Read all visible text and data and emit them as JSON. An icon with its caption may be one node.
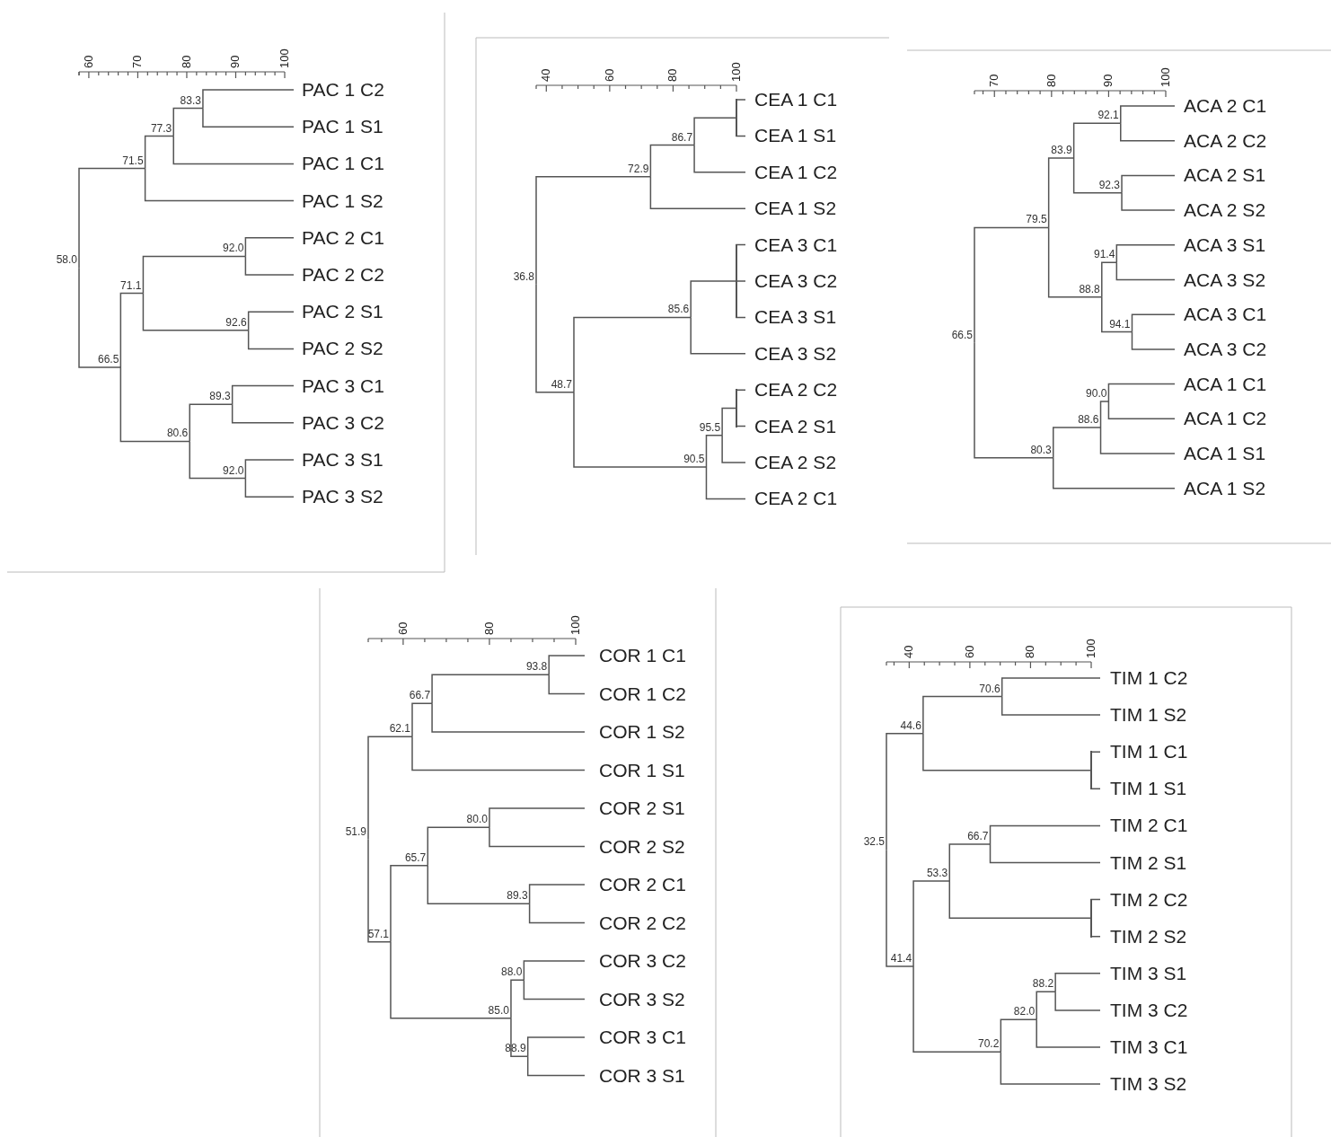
{
  "diagram": {
    "nodes": [
      {
        "text": [
          "58.0"
        ]
      },
      {
        "text": [
          "71.5"
        ]
      },
      {
        "text": [
          "77.3"
        ]
      },
      {
        "text": [
          "83.3"
        ]
      },
      {
        "text": [
          "PAC 1 C2"
        ]
      },
      {
        "text": [
          "PAC 1 S1"
        ]
      },
      {
        "text": [
          "PAC 1 C1"
        ]
      },
      {
        "text": [
          "PAC 1 S2"
        ]
      },
      {
        "text": [
          "66.5"
        ]
      },
      {
        "text": [
          "71.1"
        ]
      },
      {
        "text": [
          "92.0"
        ]
      },
      {
        "text": [
          "PAC 2 C1"
        ]
      },
      {
        "text": [
          "PAC 2 C2"
        ]
      },
      {
        "text": [
          "92.6"
        ]
      },
      {
        "text": [
          "PAC 2 S1"
        ]
      },
      {
        "text": [
          "PAC 2 S2"
        ]
      },
      {
        "text": [
          "80.6"
        ]
      },
      {
        "text": [
          "89.3"
        ]
      },
      {
        "text": [
          "PAC 3 C1"
        ]
      },
      {
        "text": [
          "PAC 3 C2"
        ]
      },
      {
        "text": [
          "92.0"
        ]
      },
      {
        "text": [
          "PAC 3 S1"
        ]
      },
      {
        "text": [
          "PAC 3 S2"
        ]
      },
      {
        "text": [
          "36.8"
        ]
      },
      {
        "text": [
          "72.9"
        ]
      },
      {
        "text": [
          "86.7"
        ]
      },
      {
        "text": [],
        "shape": "bar"
      },
      {
        "text": [
          "CEA 1 C1"
        ]
      },
      {
        "text": [
          "CEA 1 S1"
        ]
      },
      {
        "text": [
          "CEA 1 C2"
        ]
      },
      {
        "text": [
          "CEA 1 S2"
        ]
      },
      {
        "text": [
          "48.7"
        ]
      },
      {
        "text": [
          "85.6"
        ]
      },
      {
        "text": [],
        "shape": "bar"
      },
      {
        "text": [
          "CEA 3 C1"
        ]
      },
      {
        "text": [
          "CEA 3 C2"
        ]
      },
      {
        "text": [
          "CEA 3 S1"
        ]
      },
      {
        "text": [
          "CEA 3 S2"
        ]
      },
      {
        "text": [
          "90.5"
        ]
      },
      {
        "text": [
          "95.5"
        ]
      },
      {
        "text": [],
        "shape": "bar"
      },
      {
        "text": [
          "CEA 2 C2"
        ]
      },
      {
        "text": [
          "CEA 2 S1"
        ]
      },
      {
        "text": [
          "CEA 2 S2"
        ]
      },
      {
        "text": [
          "CEA 2 C1"
        ]
      },
      {
        "text": [
          "66.5"
        ]
      },
      {
        "text": [
          "79.5"
        ]
      },
      {
        "text": [
          "83.9"
        ]
      },
      {
        "text": [
          "92.1"
        ]
      },
      {
        "text": [
          "ACA 2 C1"
        ]
      },
      {
        "text": [
          "ACA 2 C2"
        ]
      },
      {
        "text": [
          "92.3"
        ]
      },
      {
        "text": [
          "ACA 2 S1"
        ]
      },
      {
        "text": [
          "ACA 2 S2"
        ]
      },
      {
        "text": [
          "88.8"
        ]
      },
      {
        "text": [
          "91.4"
        ]
      },
      {
        "text": [
          "ACA 3 S1"
        ]
      },
      {
        "text": [
          "ACA 3 S2"
        ]
      },
      {
        "text": [
          "94.1"
        ]
      },
      {
        "text": [
          "ACA 3 C1"
        ]
      },
      {
        "text": [
          "ACA 3 C2"
        ]
      },
      {
        "text": [
          "80.3"
        ]
      },
      {
        "text": [
          "88.6"
        ]
      },
      {
        "text": [
          "90.0"
        ]
      },
      {
        "text": [
          "ACA 1 C1"
        ]
      },
      {
        "text": [
          "ACA 1 C2"
        ]
      },
      {
        "text": [
          "ACA 1 S1"
        ]
      },
      {
        "text": [
          "ACA 1 S2"
        ]
      },
      {
        "text": [
          "51.9"
        ]
      },
      {
        "text": [
          "62.1"
        ]
      },
      {
        "text": [
          "66.7"
        ]
      },
      {
        "text": [
          "93.8"
        ]
      },
      {
        "text": [
          "COR 1 C1"
        ]
      },
      {
        "text": [
          "COR 1 C2"
        ]
      },
      {
        "text": [
          "COR 1 S2"
        ]
      },
      {
        "text": [
          "COR 1 S1"
        ]
      },
      {
        "text": [
          "57.1"
        ]
      },
      {
        "text": [
          "65.7"
        ]
      },
      {
        "text": [
          "80.0"
        ]
      },
      {
        "text": [
          "COR 2 S1"
        ]
      },
      {
        "text": [
          "COR 2 S2"
        ]
      },
      {
        "text": [
          "89.3"
        ]
      },
      {
        "text": [
          "COR 2 C1"
        ]
      },
      {
        "text": [
          "COR 2 C2"
        ]
      },
      {
        "text": [
          "85.0"
        ]
      },
      {
        "text": [
          "88.0"
        ]
      },
      {
        "text": [
          "COR 3 C2"
        ]
      },
      {
        "text": [
          "COR 3 S2"
        ]
      },
      {
        "text": [
          "88.9"
        ]
      },
      {
        "text": [
          "COR 3 C1"
        ]
      },
      {
        "text": [
          "COR 3 S1"
        ]
      },
      {
        "text": [
          "32.5"
        ]
      },
      {
        "text": [
          "44.6"
        ]
      },
      {
        "text": [
          "70.6"
        ]
      },
      {
        "text": [
          "TIM 1 C2"
        ]
      },
      {
        "text": [
          "TIM 1 S2"
        ]
      },
      {
        "text": [],
        "shape": "bar"
      },
      {
        "text": [
          "TIM 1 C1"
        ]
      },
      {
        "text": [
          "TIM 1 S1"
        ]
      },
      {
        "text": [
          "41.4"
        ]
      },
      {
        "text": [
          "53.3"
        ]
      },
      {
        "text": [
          "66.7"
        ]
      },
      {
        "text": [
          "TIM 2 C1"
        ]
      },
      {
        "text": [
          "TIM 2 S1"
        ]
      },
      {
        "text": [],
        "shape": "bar"
      },
      {
        "text": [
          "TIM 2 C2"
        ]
      },
      {
        "text": [
          "TIM 2 S2"
        ]
      },
      {
        "text": [
          "70.2"
        ]
      },
      {
        "text": [
          "82.0"
        ]
      },
      {
        "text": [
          "88.2"
        ]
      },
      {
        "text": [
          "TIM 3 S1"
        ]
      },
      {
        "text": [
          "TIM 3 C2"
        ]
      },
      {
        "text": [
          "TIM 3 C1"
        ]
      },
      {
        "text": [
          "TIM 3 S2"
        ]
      }
    ],
    "edges": [
      {
        "from": 0,
        "to": 1,
        "arrow": "none"
      },
      {
        "from": 1,
        "to": 2,
        "arrow": "none"
      },
      {
        "from": 2,
        "to": 3,
        "arrow": "none"
      },
      {
        "from": 3,
        "to": 4,
        "arrow": "none"
      },
      {
        "from": 3,
        "to": 5,
        "arrow": "none"
      },
      {
        "from": 2,
        "to": 6,
        "arrow": "none"
      },
      {
        "from": 1,
        "to": 7,
        "arrow": "none"
      },
      {
        "from": 0,
        "to": 8,
        "arrow": "none"
      },
      {
        "from": 8,
        "to": 9,
        "arrow": "none"
      },
      {
        "from": 9,
        "to": 10,
        "arrow": "none"
      },
      {
        "from": 10,
        "to": 11,
        "arrow": "none"
      },
      {
        "from": 10,
        "to": 12,
        "arrow": "none"
      },
      {
        "from": 9,
        "to": 13,
        "arrow": "none"
      },
      {
        "from": 13,
        "to": 14,
        "arrow": "none"
      },
      {
        "from": 13,
        "to": 15,
        "arrow": "none"
      },
      {
        "from": 8,
        "to": 16,
        "arrow": "none"
      },
      {
        "from": 16,
        "to": 17,
        "arrow": "none"
      },
      {
        "from": 17,
        "to": 18,
        "arrow": "none"
      },
      {
        "from": 17,
        "to": 19,
        "arrow": "none"
      },
      {
        "from": 16,
        "to": 20,
        "arrow": "none"
      },
      {
        "from": 20,
        "to": 21,
        "arrow": "none"
      },
      {
        "from": 20,
        "to": 22,
        "arrow": "none"
      },
      {
        "from": 23,
        "to": 24,
        "arrow": "none"
      },
      {
        "from": 24,
        "to": 25,
        "arrow": "none"
      },
      {
        "from": 25,
        "to": 26,
        "arrow": "none"
      },
      {
        "from": 26,
        "to": 27,
        "arrow": "none"
      },
      {
        "from": 26,
        "to": 28,
        "arrow": "none"
      },
      {
        "from": 25,
        "to": 29,
        "arrow": "none"
      },
      {
        "from": 24,
        "to": 30,
        "arrow": "none"
      },
      {
        "from": 23,
        "to": 31,
        "arrow": "none"
      },
      {
        "from": 31,
        "to": 32,
        "arrow": "none"
      },
      {
        "from": 32,
        "to": 33,
        "arrow": "none"
      },
      {
        "from": 33,
        "to": 34,
        "arrow": "none"
      },
      {
        "from": 33,
        "to": 35,
        "arrow": "none"
      },
      {
        "from": 33,
        "to": 36,
        "arrow": "none"
      },
      {
        "from": 32,
        "to": 37,
        "arrow": "none"
      },
      {
        "from": 31,
        "to": 38,
        "arrow": "none"
      },
      {
        "from": 38,
        "to": 39,
        "arrow": "none"
      },
      {
        "from": 39,
        "to": 40,
        "arrow": "none"
      },
      {
        "from": 40,
        "to": 41,
        "arrow": "none"
      },
      {
        "from": 40,
        "to": 42,
        "arrow": "none"
      },
      {
        "from": 39,
        "to": 43,
        "arrow": "none"
      },
      {
        "from": 38,
        "to": 44,
        "arrow": "none"
      },
      {
        "from": 45,
        "to": 46,
        "arrow": "none"
      },
      {
        "from": 46,
        "to": 47,
        "arrow": "none"
      },
      {
        "from": 47,
        "to": 48,
        "arrow": "none"
      },
      {
        "from": 48,
        "to": 49,
        "arrow": "none"
      },
      {
        "from": 48,
        "to": 50,
        "arrow": "none"
      },
      {
        "from": 47,
        "to": 51,
        "arrow": "none"
      },
      {
        "from": 51,
        "to": 52,
        "arrow": "none"
      },
      {
        "from": 51,
        "to": 53,
        "arrow": "none"
      },
      {
        "from": 46,
        "to": 54,
        "arrow": "none"
      },
      {
        "from": 54,
        "to": 55,
        "arrow": "none"
      },
      {
        "from": 55,
        "to": 56,
        "arrow": "none"
      },
      {
        "from": 55,
        "to": 57,
        "arrow": "none"
      },
      {
        "from": 54,
        "to": 58,
        "arrow": "none"
      },
      {
        "from": 58,
        "to": 59,
        "arrow": "none"
      },
      {
        "from": 58,
        "to": 60,
        "arrow": "none"
      },
      {
        "from": 45,
        "to": 61,
        "arrow": "none"
      },
      {
        "from": 61,
        "to": 62,
        "arrow": "none"
      },
      {
        "from": 62,
        "to": 63,
        "arrow": "none"
      },
      {
        "from": 63,
        "to": 64,
        "arrow": "none"
      },
      {
        "from": 63,
        "to": 65,
        "arrow": "none"
      },
      {
        "from": 62,
        "to": 66,
        "arrow": "none"
      },
      {
        "from": 61,
        "to": 67,
        "arrow": "none"
      },
      {
        "from": 68,
        "to": 69,
        "arrow": "none"
      },
      {
        "from": 69,
        "to": 70,
        "arrow": "none"
      },
      {
        "from": 70,
        "to": 71,
        "arrow": "none"
      },
      {
        "from": 71,
        "to": 72,
        "arrow": "none"
      },
      {
        "from": 71,
        "to": 73,
        "arrow": "none"
      },
      {
        "from": 70,
        "to": 74,
        "arrow": "none"
      },
      {
        "from": 69,
        "to": 75,
        "arrow": "none"
      },
      {
        "from": 68,
        "to": 76,
        "arrow": "none"
      },
      {
        "from": 76,
        "to": 77,
        "arrow": "none"
      },
      {
        "from": 77,
        "to": 78,
        "arrow": "none"
      },
      {
        "from": 78,
        "to": 79,
        "arrow": "none"
      },
      {
        "from": 78,
        "to": 80,
        "arrow": "none"
      },
      {
        "from": 77,
        "to": 81,
        "arrow": "none"
      },
      {
        "from": 81,
        "to": 82,
        "arrow": "none"
      },
      {
        "from": 81,
        "to": 83,
        "arrow": "none"
      },
      {
        "from": 76,
        "to": 84,
        "arrow": "none"
      },
      {
        "from": 84,
        "to": 85,
        "arrow": "none"
      },
      {
        "from": 85,
        "to": 86,
        "arrow": "none"
      },
      {
        "from": 85,
        "to": 87,
        "arrow": "none"
      },
      {
        "from": 84,
        "to": 88,
        "arrow": "none"
      },
      {
        "from": 88,
        "to": 89,
        "arrow": "none"
      },
      {
        "from": 88,
        "to": 90,
        "arrow": "none"
      },
      {
        "from": 91,
        "to": 92,
        "arrow": "none"
      },
      {
        "from": 92,
        "to": 93,
        "arrow": "none"
      },
      {
        "from": 93,
        "to": 94,
        "arrow": "none"
      },
      {
        "from": 93,
        "to": 95,
        "arrow": "none"
      },
      {
        "from": 92,
        "to": 96,
        "arrow": "none"
      },
      {
        "from": 96,
        "to": 97,
        "arrow": "none"
      },
      {
        "from": 96,
        "to": 98,
        "arrow": "none"
      },
      {
        "from": 91,
        "to": 99,
        "arrow": "none"
      },
      {
        "from": 99,
        "to": 100,
        "arrow": "none"
      },
      {
        "from": 100,
        "to": 101,
        "arrow": "none"
      },
      {
        "from": 101,
        "to": 102,
        "arrow": "none"
      },
      {
        "from": 101,
        "to": 103,
        "arrow": "none"
      },
      {
        "from": 100,
        "to": 104,
        "arrow": "none"
      },
      {
        "from": 104,
        "to": 105,
        "arrow": "none"
      },
      {
        "from": 104,
        "to": 106,
        "arrow": "none"
      },
      {
        "from": 99,
        "to": 107,
        "arrow": "none"
      },
      {
        "from": 107,
        "to": 108,
        "arrow": "none"
      },
      {
        "from": 108,
        "to": 109,
        "arrow": "none"
      },
      {
        "from": 109,
        "to": 110,
        "arrow": "none"
      },
      {
        "from": 109,
        "to": 111,
        "arrow": "none"
      },
      {
        "from": 108,
        "to": 112,
        "arrow": "none"
      },
      {
        "from": 107,
        "to": 113,
        "arrow": "none"
      }
    ],
    "labels": [
      "60",
      "70",
      "80",
      "90",
      "100",
      "40",
      "60",
      "80",
      "100",
      "70",
      "80",
      "90",
      "100",
      "60",
      "80",
      "100",
      "40",
      "60",
      "80",
      "100"
    ]
  }
}
